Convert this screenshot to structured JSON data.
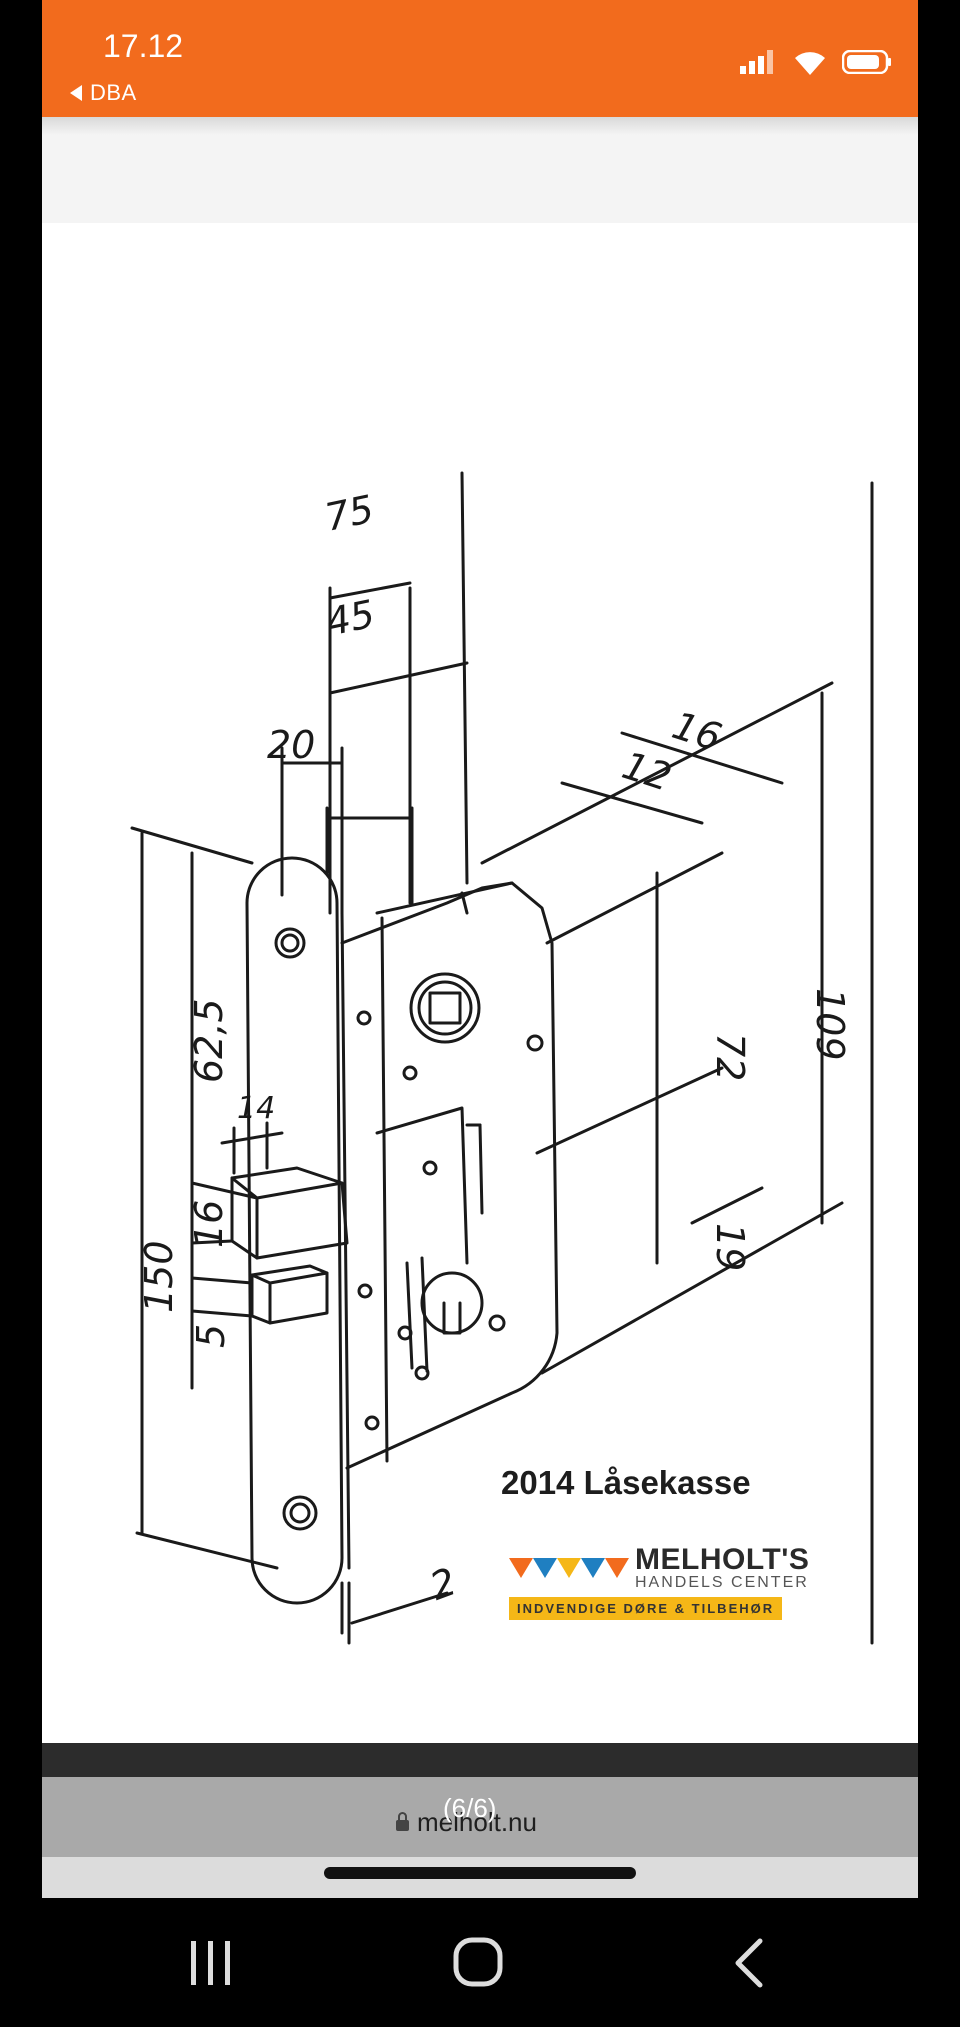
{
  "status_bar": {
    "time": "17.12",
    "back_app": "DBA",
    "bg_color": "#f26b1d"
  },
  "drawing": {
    "dimensions": [
      "75",
      "45",
      "20",
      "16",
      "12",
      "62,5",
      "14",
      "16",
      "150",
      "5",
      "72",
      "109",
      "19",
      "2"
    ],
    "caption": "2014 Låsekasse"
  },
  "brand": {
    "name": "MELHOLT'S",
    "subtitle": "HANDELS CENTER",
    "tagline": "INDVENDIGE DØRE & TILBEHØR",
    "colors": [
      "#f26b1d",
      "#1f7fc1",
      "#f5b717"
    ]
  },
  "browser": {
    "url": "melholt.nu",
    "counter": "(6/6)"
  },
  "nav": {
    "icons": [
      "recents-icon",
      "home-icon",
      "back-icon"
    ]
  }
}
